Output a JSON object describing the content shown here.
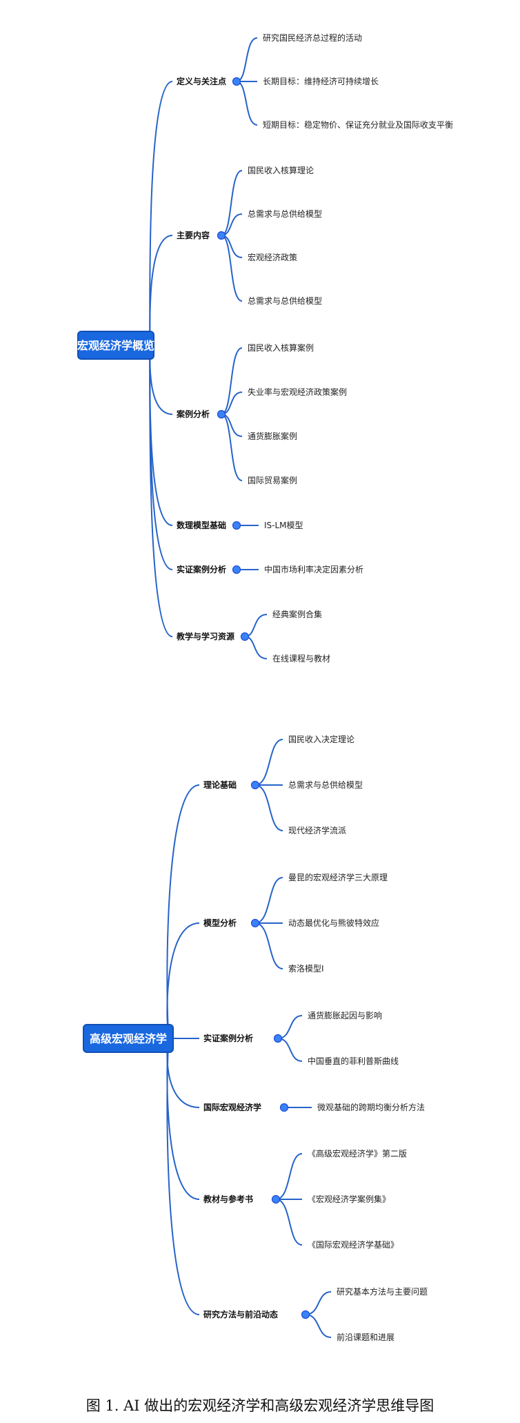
{
  "maps": [
    {
      "root": "宏观经济学概览",
      "branches": [
        {
          "label": "定义与关注点",
          "children": [
            "研究国民经济总过程的活动",
            "长期目标：维持经济可持续增长",
            "短期目标：稳定物价、保证充分就业及国际收支平衡"
          ]
        },
        {
          "label": "主要内容",
          "children": [
            "国民收入核算理论",
            "总需求与总供给模型",
            "宏观经济政策",
            "总需求与总供给模型"
          ]
        },
        {
          "label": "案例分析",
          "children": [
            "国民收入核算案例",
            "失业率与宏观经济政策案例",
            "通货膨胀案例",
            "国际贸易案例"
          ]
        },
        {
          "label": "数理模型基础",
          "children": [
            "IS-LM模型"
          ]
        },
        {
          "label": "实证案例分析",
          "children": [
            "中国市场利率决定因素分析"
          ]
        },
        {
          "label": "教学与学习资源",
          "children": [
            "经典案例合集",
            "在线课程与教材"
          ]
        }
      ]
    },
    {
      "root": "高级宏观经济学",
      "branches": [
        {
          "label": "理论基础",
          "children": [
            "国民收入决定理论",
            "总需求与总供给模型",
            "现代经济学流派"
          ]
        },
        {
          "label": "模型分析",
          "children": [
            "曼昆的宏观经济学三大原理",
            "动态最优化与熊彼特效应",
            "索洛模型Ⅰ"
          ]
        },
        {
          "label": "实证案例分析",
          "children": [
            "通货膨胀起因与影响",
            "中国垂直的菲利普斯曲线"
          ]
        },
        {
          "label": "国际宏观经济学",
          "children": [
            "微观基础的跨期均衡分析方法"
          ]
        },
        {
          "label": "教材与参考书",
          "children": [
            "《高级宏观经济学》第二版",
            "《宏观经济学案例集》",
            "《国际宏观经济学基础》"
          ]
        },
        {
          "label": "研究方法与前沿动态",
          "children": [
            "研究基本方法与主要问题",
            "前沿课题和进展"
          ]
        }
      ]
    }
  ],
  "caption": "图 1. AI 做出的宏观经济学和高级宏观经济学思维导图",
  "colors": {
    "accent": "#1a68e0",
    "line": "#2563c9",
    "dot": "#3b82f6"
  }
}
